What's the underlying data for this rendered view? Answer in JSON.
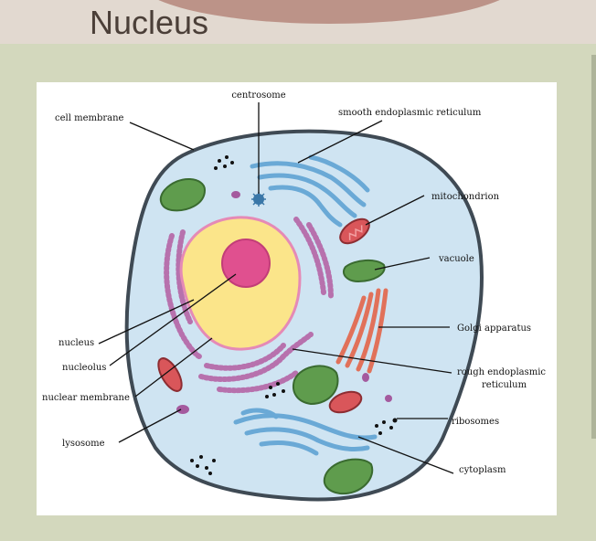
{
  "page": {
    "title": "Nucleus"
  },
  "diagram": {
    "labels": {
      "centrosome": "centrosome",
      "cell_membrane": "cell membrane",
      "smooth_er": "smooth endoplasmic reticulum",
      "mitochondrion": "mitochondrion",
      "vacuole": "vacuole",
      "golgi": "Golgi apparatus",
      "rough_er_line1": "rough endoplasmic",
      "rough_er_line2": "reticulum",
      "nucleus": "nucleus",
      "nucleolus": "nucleolus",
      "nuclear_membrane": "nuclear membrane",
      "lysosome": "lysosome",
      "ribosomes": "ribosomes",
      "cytoplasm": "cytoplasm"
    },
    "colors": {
      "cytoplasm": "#cfe4f2",
      "membrane": "#3f4a54",
      "nucleus": "#fbe58a",
      "nuclear_membrane": "#e58ab6",
      "nucleolus": "#e0508f",
      "smooth_er": "#8dbfe3",
      "rough_er": "#b771ad",
      "mitochondrion": "#d9565a",
      "vacuole": "#5f9c4d",
      "golgi": "#e1715a",
      "centrosome": "#3a77a8",
      "lysosome": "#a45a9e"
    }
  }
}
